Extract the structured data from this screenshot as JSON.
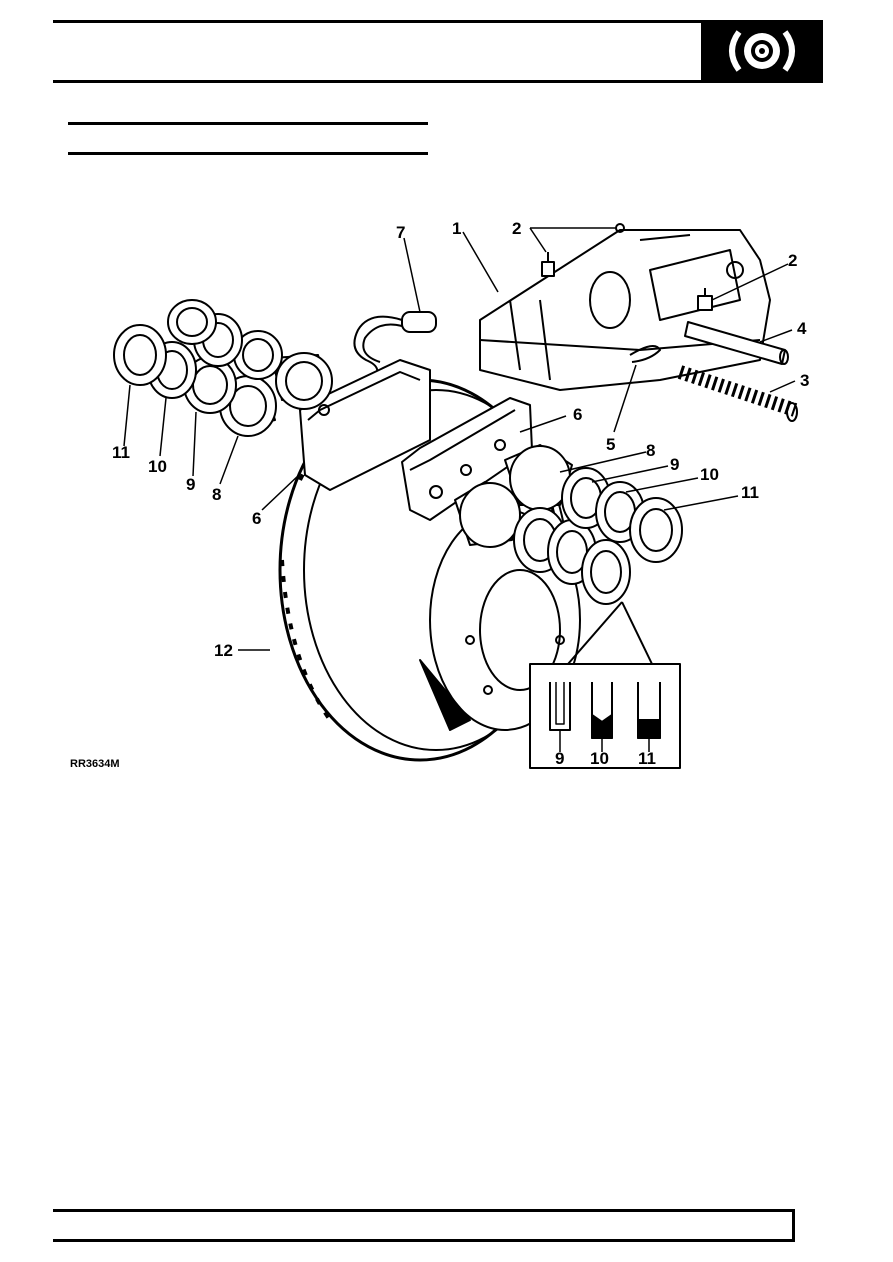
{
  "header": {
    "section_icon": "brake-disc-icon"
  },
  "figure": {
    "reference": "RR3634M",
    "callouts": {
      "c1": "1",
      "c2a": "2",
      "c2b": "2",
      "c3": "3",
      "c4": "4",
      "c5": "5",
      "c6a": "6",
      "c6b": "6",
      "c7": "7",
      "c8a": "8",
      "c8b": "8",
      "c9a": "9",
      "c9b": "9",
      "c9c": "9",
      "c10a": "10",
      "c10b": "10",
      "c10c": "10",
      "c11a": "11",
      "c11b": "11",
      "c11c": "11",
      "c12": "12"
    }
  },
  "footer": {
    "page_number": ""
  }
}
